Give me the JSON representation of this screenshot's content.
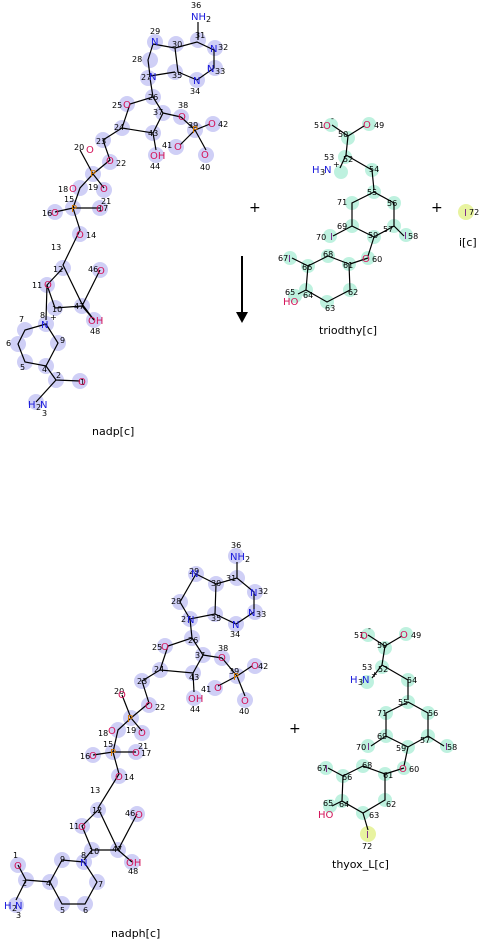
{
  "reactants": [
    {
      "id": "nadp",
      "label": "nadp[c]"
    },
    {
      "id": "triodthy",
      "label": "triodthy[c]"
    },
    {
      "id": "i",
      "label": "i[c]"
    }
  ],
  "products": [
    {
      "id": "nadph",
      "label": "nadph[c]"
    },
    {
      "id": "thyox_L",
      "label": "thyox_L[c]"
    }
  ],
  "plus_sign": "+",
  "colors": {
    "nadp_highlight": "#c7c7f5",
    "thyroid_highlight": "#b8f0dc",
    "iodide_highlight": "#e8f3a0",
    "nitrogen": "#1a1adc",
    "oxygen": "#d4145a",
    "phosphorus": "#d87a00"
  }
}
